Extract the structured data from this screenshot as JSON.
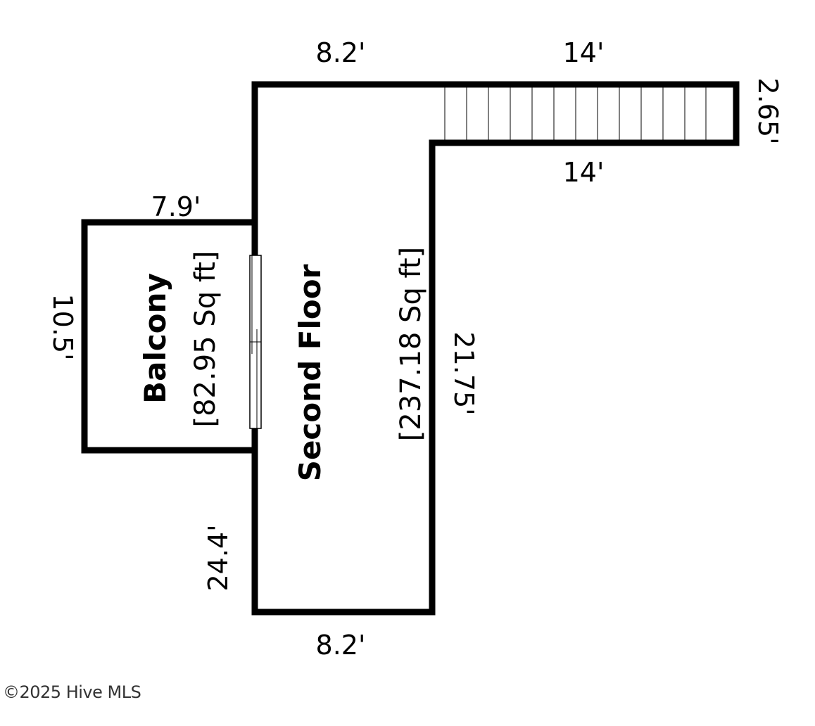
{
  "rooms": {
    "second_floor": {
      "name": "Second Floor",
      "area": "[237.18 Sq ft]"
    },
    "balcony": {
      "name": "Balcony",
      "area": "[82.95 Sq ft]"
    }
  },
  "dimensions": {
    "top_left": "8.2'",
    "top_stairs": "14'",
    "stairs_right": "2.65'",
    "stairs_bottom": "14'",
    "balcony_top": "7.9'",
    "balcony_left": "10.5'",
    "right_side": "21.75'",
    "left_lower": "24.4'",
    "bottom": "8.2'"
  },
  "footer": {
    "copyright": "©2025 Hive MLS"
  }
}
